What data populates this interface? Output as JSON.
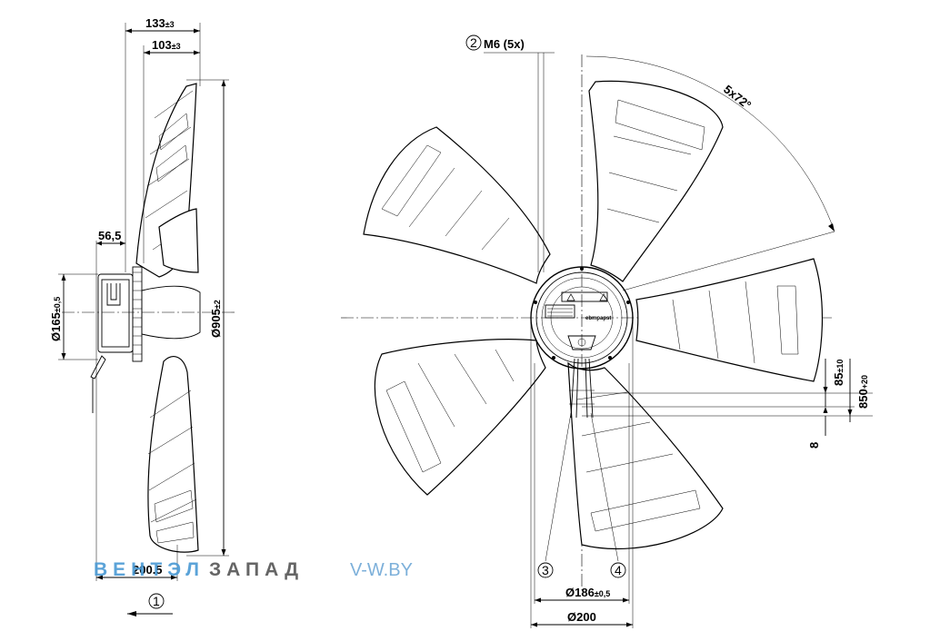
{
  "dimensions": {
    "width_overall": "133",
    "width_overall_tol": "±3",
    "width_hub": "103",
    "width_hub_tol": "±3",
    "motor_offset": "56,5",
    "motor_diameter": "Ø165",
    "motor_diameter_tol": "±0,5",
    "fan_diameter": "Ø905",
    "fan_diameter_tol": "±2",
    "mount_width": "200.5",
    "thread": "M6 (5x)",
    "blade_angle": "5x72°",
    "dim_85": "85",
    "dim_85_tol": "±10",
    "dim_850": "850",
    "dim_850_tol": "+20",
    "dim_8": "8",
    "ring_inner": "Ø186",
    "ring_inner_tol": "±0,5",
    "ring_outer": "Ø200"
  },
  "callouts": {
    "c1": "1",
    "c2": "2",
    "c3": "3",
    "c4": "4"
  },
  "watermark": {
    "brand_part1": "ВЕНТЭЛ",
    "brand_part2": "ЗАПАД",
    "url": "V-W.BY",
    "color_part1": "#4a9ad4",
    "color_part2": "#555555",
    "color_url": "#6fa8d6"
  },
  "hub_label": "ebmpapst"
}
